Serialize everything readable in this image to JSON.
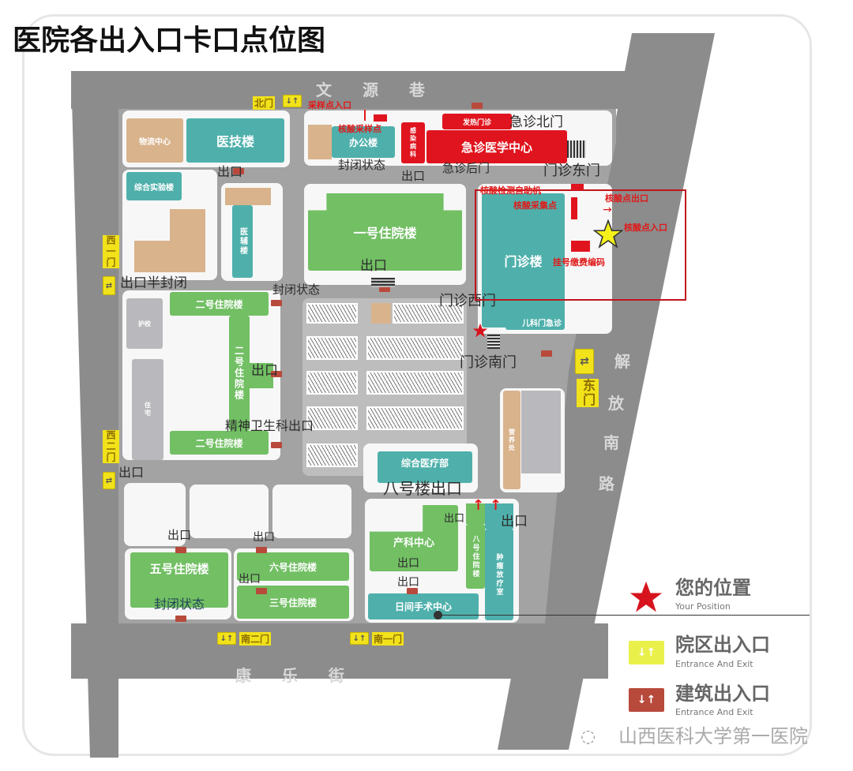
{
  "title": "医院各出入口卡口点位图",
  "roads": {
    "north": "文 源 巷",
    "east": [
      "解",
      "放",
      "南",
      "路"
    ],
    "south": "康 乐 街"
  },
  "gates": {
    "north": "北门",
    "west1": "西一门",
    "west2": "西二门",
    "east": "东门",
    "south1": "南一门",
    "south2": "南二门",
    "icon": "entrance-exit-icon"
  },
  "buildings": [
    "物流中心",
    "医技楼",
    "综合实验楼",
    "医辅楼",
    "办公楼",
    "急诊医学中心",
    "发热门诊",
    "感染病科",
    "一号住院楼",
    "门诊楼",
    "儿科门急诊",
    "二号住院楼",
    "二号住院楼",
    "二号住院楼",
    "护校",
    "住宅",
    "综合医疗部",
    "产科中心",
    "五号住院楼",
    "六号住院楼",
    "三号住院楼",
    "日间手术中心",
    "八号住院楼",
    "肿瘤放疗室",
    "营养处"
  ],
  "notes": [
    "急诊北门",
    "封闭状态",
    "出口",
    "急诊后门",
    "门诊东门",
    "出口",
    "出口",
    "出口半封闭",
    "封闭状态",
    "门诊西门",
    "门诊南门",
    "出口",
    "精神卫生科出口",
    "出口",
    "八号楼出口",
    "出口",
    "出口",
    "出口",
    "出口",
    "出口",
    "出口",
    "出口",
    "封闭状态",
    "出口"
  ],
  "red_notes": [
    "采样点入口",
    "核酸采样点",
    "核酸检测自助机",
    "核酸采集点",
    "核酸点出口",
    "核酸点入口",
    "挂号缴费编码"
  ],
  "legend": {
    "position": "您的位置",
    "position_en": "Your Position",
    "campus": "院区出入口",
    "campus_en": "Entrance And Exit",
    "building": "建筑出入口",
    "building_en": "Entrance And Exit",
    "colors": {
      "position": "#d7141e",
      "campus": "#f2e21a",
      "building": "#b84a3c"
    }
  },
  "watermark": "山西医科大学第一医院",
  "colors": {
    "road": "#8c8c8c",
    "teal": "#4fb0ab",
    "green": "#72bf64",
    "red": "#e0141e",
    "tan": "#d9b38c"
  }
}
